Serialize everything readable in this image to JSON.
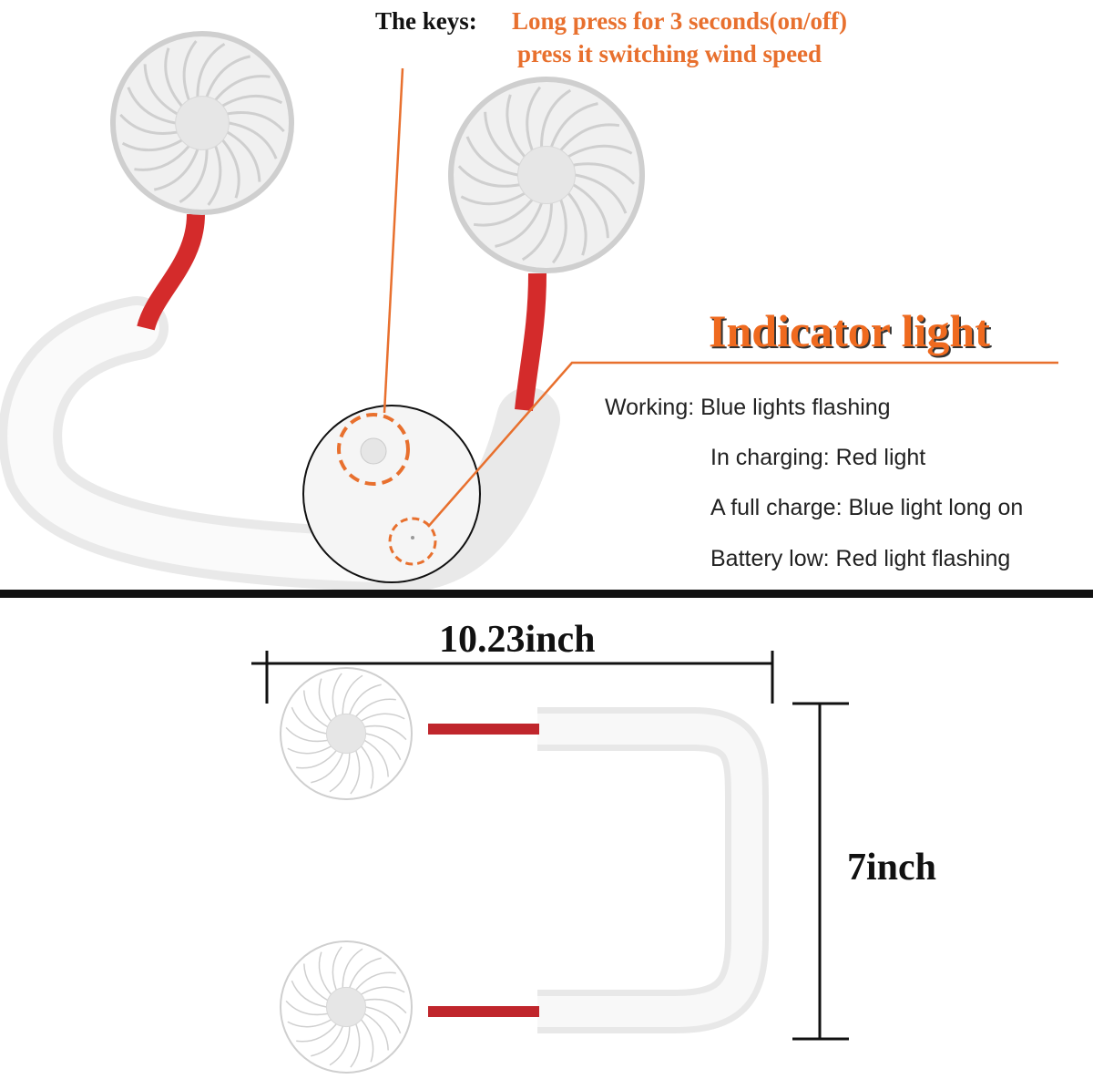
{
  "keys": {
    "label": "The keys:",
    "line1": "Long press for 3 seconds(on/off)",
    "line2": "press it switching wind speed"
  },
  "indicator": {
    "title": "Indicator light",
    "states": [
      "Working: Blue lights flashing",
      "In charging: Red light",
      "A full charge: Blue light long on",
      "Battery low: Red light flashing"
    ]
  },
  "dimensions": {
    "width": "10.23inch",
    "height": "7inch"
  },
  "colors": {
    "accent": "#e8702e",
    "tube": "#d42b2b",
    "body": "#f2f2f2"
  }
}
